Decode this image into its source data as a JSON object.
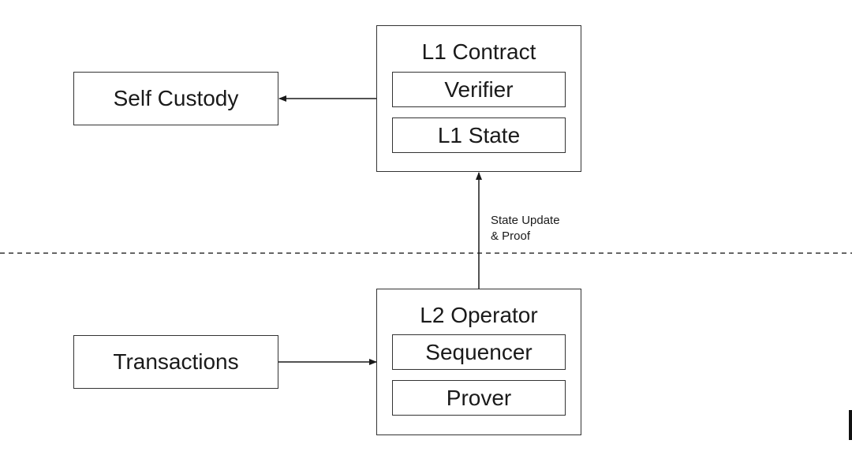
{
  "diagram": {
    "nodes": {
      "self_custody": "Self Custody",
      "transactions": "Transactions",
      "l1_contract": {
        "title": "L1 Contract",
        "components": [
          "Verifier",
          "L1 State"
        ]
      },
      "l2_operator": {
        "title": "L2 Operator",
        "components": [
          "Sequencer",
          "Prover"
        ]
      }
    },
    "edges": {
      "operator_to_contract": {
        "from": "L2 Operator",
        "to": "L1 Contract",
        "label_line1": "State Update",
        "label_line2": "& Proof"
      },
      "contract_to_custody": {
        "from": "L1 Contract",
        "to": "Self Custody"
      },
      "transactions_to_operator": {
        "from": "Transactions",
        "to": "L2 Operator"
      }
    },
    "separator": "dashed line dividing L1 (top) from L2 (bottom)"
  }
}
